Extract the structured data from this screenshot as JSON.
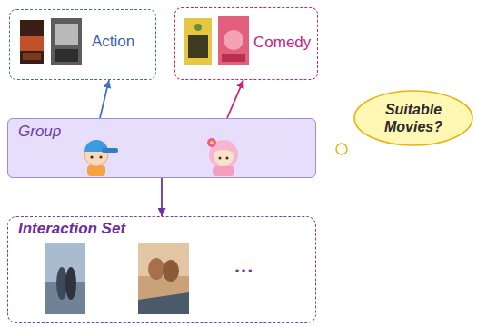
{
  "diagram": {
    "nodes": [
      {
        "text": [
          "Action"
        ]
      },
      {
        "text": [
          "Comedy"
        ]
      },
      {
        "text": [
          "Group"
        ]
      },
      {
        "text": [
          "Suitable Movies?"
        ]
      },
      {
        "text": [
          "Interaction Set"
        ]
      }
    ],
    "edges": [
      {
        "from": 2,
        "to": 0,
        "arrow": "to"
      },
      {
        "from": 2,
        "to": 1,
        "arrow": "to"
      },
      {
        "from": 2,
        "to": 4,
        "arrow": "to"
      }
    ],
    "labels": [
      "..."
    ]
  }
}
